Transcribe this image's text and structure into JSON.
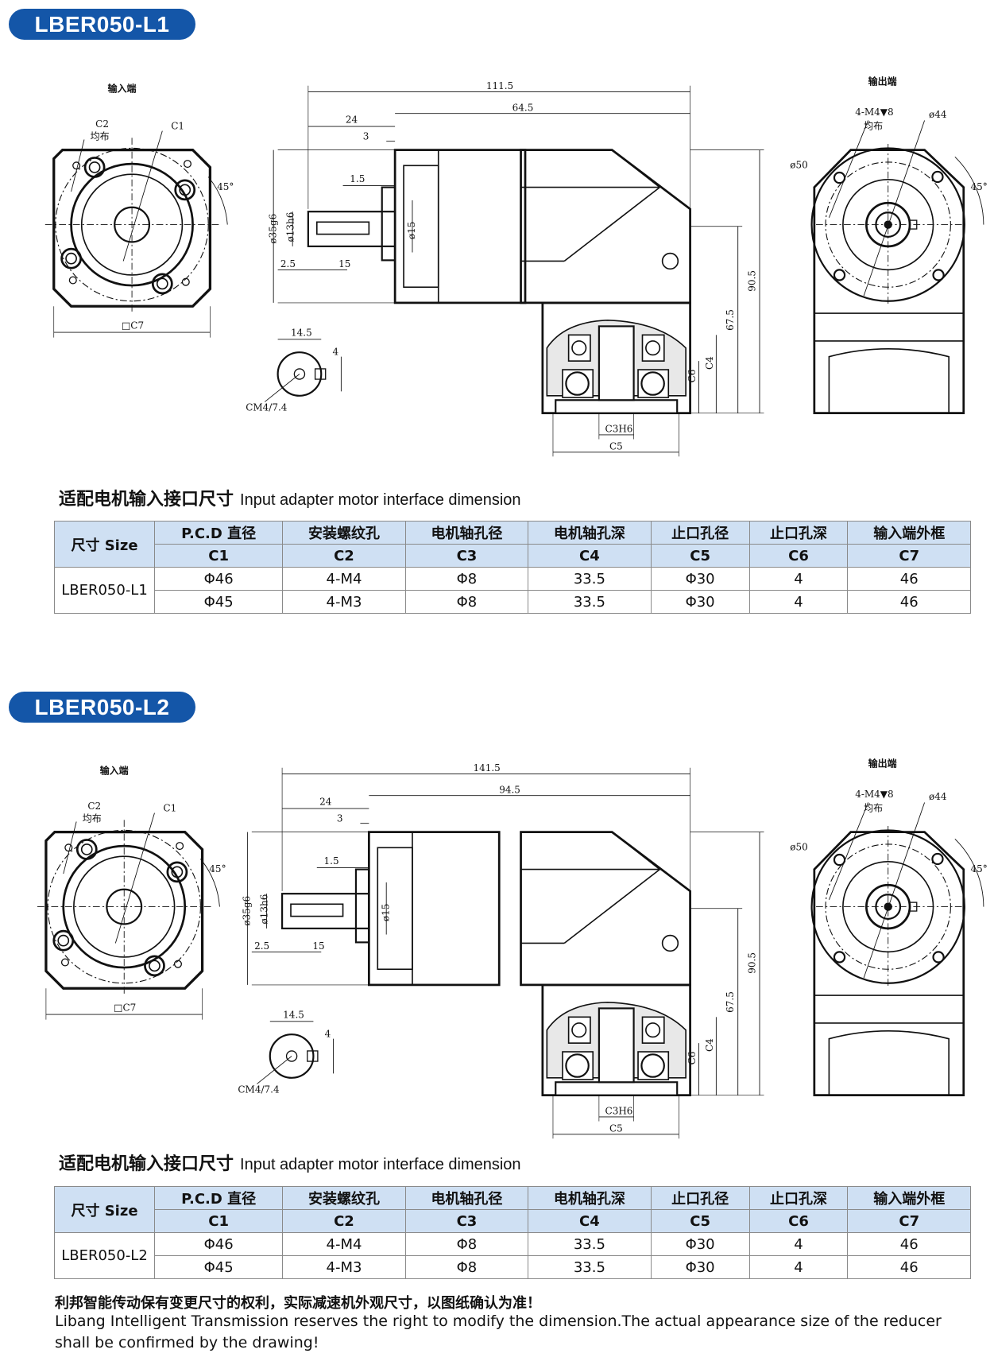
{
  "sections": [
    {
      "model": "LBER050-L1",
      "drawing": {
        "input_label": "输入端",
        "output_label": "输出端",
        "c1": "C1",
        "c2": "C2",
        "even": "均布",
        "angle": "45°",
        "c7": "□C7",
        "len_total": "111.5",
        "len_body": "64.5",
        "d24": "24",
        "d3": "3",
        "d15a": "1.5",
        "d35": "ø35g6",
        "d13": "ø13h6",
        "d15": "ø15",
        "d25": "2.5",
        "d15b": "15",
        "d905": "90.5",
        "d675": "67.5",
        "c4": "C4",
        "c6": "C6",
        "c3": "C3H6",
        "c5": "C5",
        "key_w": "14.5",
        "key_h": "4",
        "key_thread": "CM4/7.4",
        "out_holes": "4-M4▼8",
        "out_even": "均布",
        "d44": "ø44",
        "d50": "ø50",
        "out_angle": "45°"
      },
      "subtitle_cn": "适配电机输入接口尺寸",
      "subtitle_en": "Input adapter motor interface dimension",
      "table": {
        "size_header": "尺寸 Size",
        "headers_cn": [
          "P.C.D 直径",
          "安装螺纹孔",
          "电机轴孔径",
          "电机轴孔深",
          "止口孔径",
          "止口孔深",
          "输入端外框"
        ],
        "headers_code": [
          "C1",
          "C2",
          "C3",
          "C4",
          "C5",
          "C6",
          "C7"
        ],
        "rows": [
          [
            "Φ46",
            "4-M4",
            "Φ8",
            "33.5",
            "Φ30",
            "4",
            "46"
          ],
          [
            "Φ45",
            "4-M3",
            "Φ8",
            "33.5",
            "Φ30",
            "4",
            "46"
          ]
        ]
      }
    },
    {
      "model": "LBER050-L2",
      "drawing": {
        "input_label": "输入端",
        "output_label": "输出端",
        "c1": "C1",
        "c2": "C2",
        "even": "均布",
        "angle": "45°",
        "c7": "□C7",
        "len_total": "141.5",
        "len_body": "94.5",
        "d24": "24",
        "d3": "3",
        "d15a": "1.5",
        "d35": "ø35g6",
        "d13": "ø13h6",
        "d15": "ø15",
        "d25": "2.5",
        "d15b": "15",
        "d905": "90.5",
        "d675": "67.5",
        "c4": "C4",
        "c6": "C6",
        "c3": "C3H6",
        "c5": "C5",
        "key_w": "14.5",
        "key_h": "4",
        "key_thread": "CM4/7.4",
        "out_holes": "4-M4▼8",
        "out_even": "均布",
        "d44": "ø44",
        "d50": "ø50",
        "out_angle": "45°"
      },
      "subtitle_cn": "适配电机输入接口尺寸",
      "subtitle_en": "Input adapter motor interface dimension",
      "table": {
        "size_header": "尺寸 Size",
        "headers_cn": [
          "P.C.D 直径",
          "安装螺纹孔",
          "电机轴孔径",
          "电机轴孔深",
          "止口孔径",
          "止口孔深",
          "输入端外框"
        ],
        "headers_code": [
          "C1",
          "C2",
          "C3",
          "C4",
          "C5",
          "C6",
          "C7"
        ],
        "rows": [
          [
            "Φ46",
            "4-M4",
            "Φ8",
            "33.5",
            "Φ30",
            "4",
            "46"
          ],
          [
            "Φ45",
            "4-M3",
            "Φ8",
            "33.5",
            "Φ30",
            "4",
            "46"
          ]
        ]
      }
    }
  ],
  "footnote": {
    "cn": "利邦智能传动保有变更尺寸的权利，实际减速机外观尺寸，以图纸确认为准！",
    "en1": "Libang Intelligent Transmission reserves the right to modify the dimension.The actual appearance size of the reducer",
    "en2": "shall be confirmed by the drawing!"
  }
}
